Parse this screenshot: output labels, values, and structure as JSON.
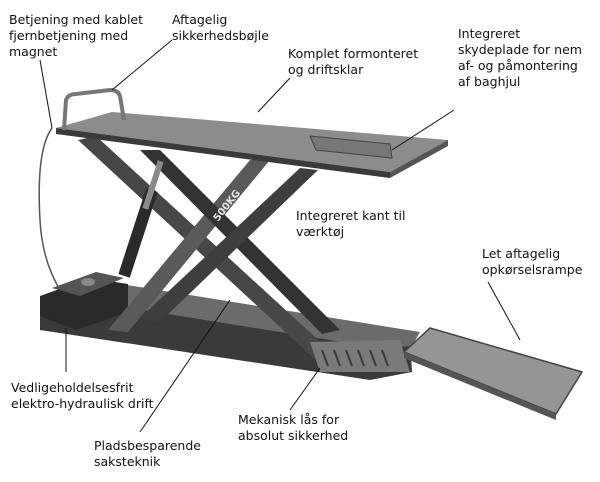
{
  "labels": {
    "remote": "Betjening med kablet\nfjernbetjening med\nmagnet",
    "bar": "Aftagelig\nsikkerhedsbøjle",
    "mounted": "Komplet formonteret\nog driftsklar",
    "slide": "Integreret\nskydeplade for nem\naf- og påmontering\naf baghjul",
    "edge": "Integreret kant til\nværktøj",
    "ramp": "Let aftagelig\nopkørselsrampe",
    "hydraulic": "Vedligeholdelsesfrit\nelektro-hydraulisk drift",
    "scissor": "Pladsbesparende\nsaksteknik",
    "lock": "Mekanisk lås for\nabsolut sikkerhed"
  },
  "product": {
    "capacity_marking": "500KG"
  },
  "colors": {
    "metal_dark": "#2b2b2b",
    "metal_mid": "#6e6e6e",
    "metal_light": "#a9a9a9",
    "table_top": "#8c8c8c"
  }
}
